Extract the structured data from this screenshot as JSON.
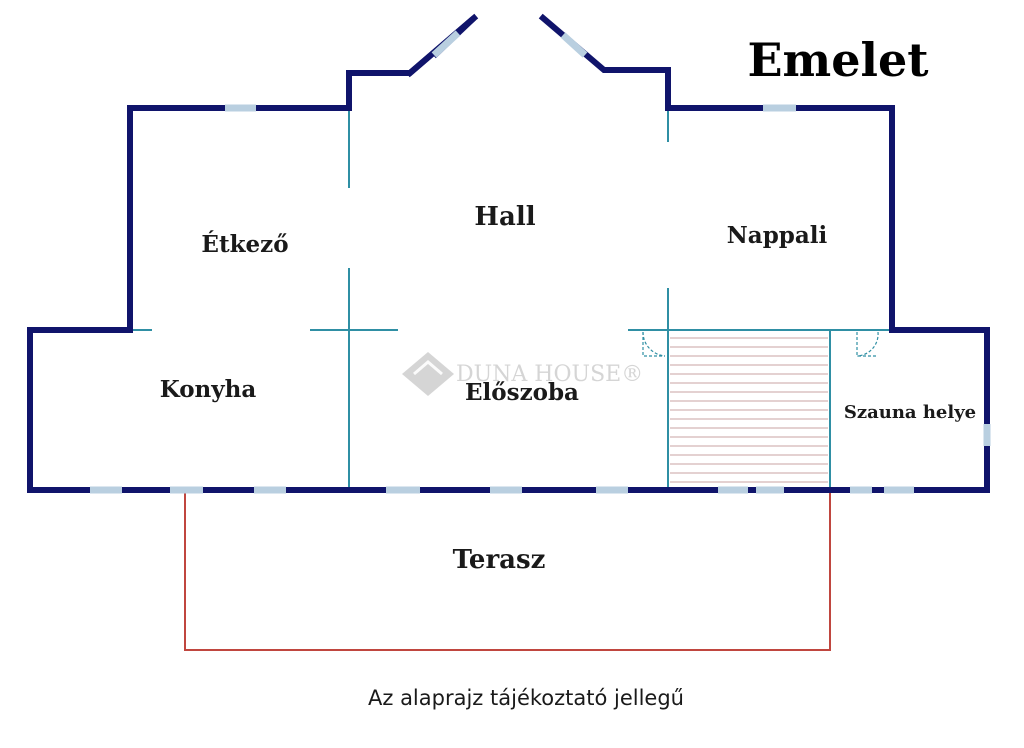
{
  "title": "Emelet",
  "rooms": {
    "etkezo": "Étkező",
    "hall": "Hall",
    "nappali": "Nappali",
    "konyha": "Konyha",
    "eloszoba": "Előszoba",
    "szauna": "Szauna helye",
    "terasz": "Terasz"
  },
  "caption": "Az alaprajz tájékoztató jellegű",
  "watermark": {
    "brand": "DUNA HOUSE®"
  },
  "colors": {
    "outer_wall": "#10146b",
    "window": "#b9cfe0",
    "partition": "#2f8fa4",
    "terrace_outline": "#c0463f",
    "stairs_hatch": "#c9a3a3"
  }
}
